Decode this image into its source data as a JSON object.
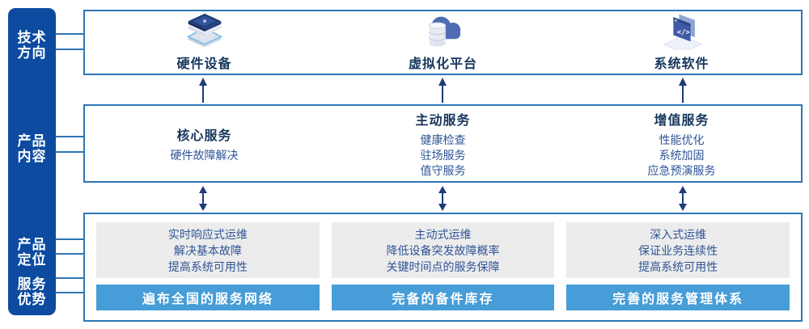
{
  "sidebar": {
    "items": [
      {
        "label": "技术\n方向"
      },
      {
        "label": "产品\n内容"
      },
      {
        "label": "产品\n定位"
      },
      {
        "label": "服务\n优势"
      }
    ]
  },
  "tech_row": {
    "items": [
      {
        "icon": "server-stack-icon",
        "label": "硬件设备"
      },
      {
        "icon": "cloud-database-icon",
        "label": "虚拟化平台"
      },
      {
        "icon": "code-window-icon",
        "label": "系统软件"
      }
    ]
  },
  "content_row": {
    "columns": [
      {
        "title": "核心服务",
        "items": [
          "硬件故障解决"
        ]
      },
      {
        "title": "主动服务",
        "items": [
          "健康检查",
          "驻场服务",
          "值守服务"
        ]
      },
      {
        "title": "增值服务",
        "items": [
          "性能优化",
          "系统加固",
          "应急预演服务"
        ]
      }
    ]
  },
  "bottom_row": {
    "columns": [
      {
        "positioning": "实时响应式运维\n解决基本故障\n提高系统可用性",
        "advantage": "遍布全国的服务网络"
      },
      {
        "positioning": "主动式运维\n降低设备突发故障概率\n关键时间点的服务保障",
        "advantage": "完备的备件库存"
      },
      {
        "positioning": "深入式运维\n保证业务连续性\n提高系统可用性",
        "advantage": "完善的服务管理体系"
      }
    ]
  },
  "colors": {
    "sidebar_blue": "#0d4ba1",
    "box_border_blue": "#2e75b6",
    "arrow_navy": "#1e3c78",
    "title_navy": "#17365d",
    "body_text_blue": "#2f5496",
    "gray_panel": "#ececec",
    "advantage_bar_blue": "#469dd7"
  }
}
